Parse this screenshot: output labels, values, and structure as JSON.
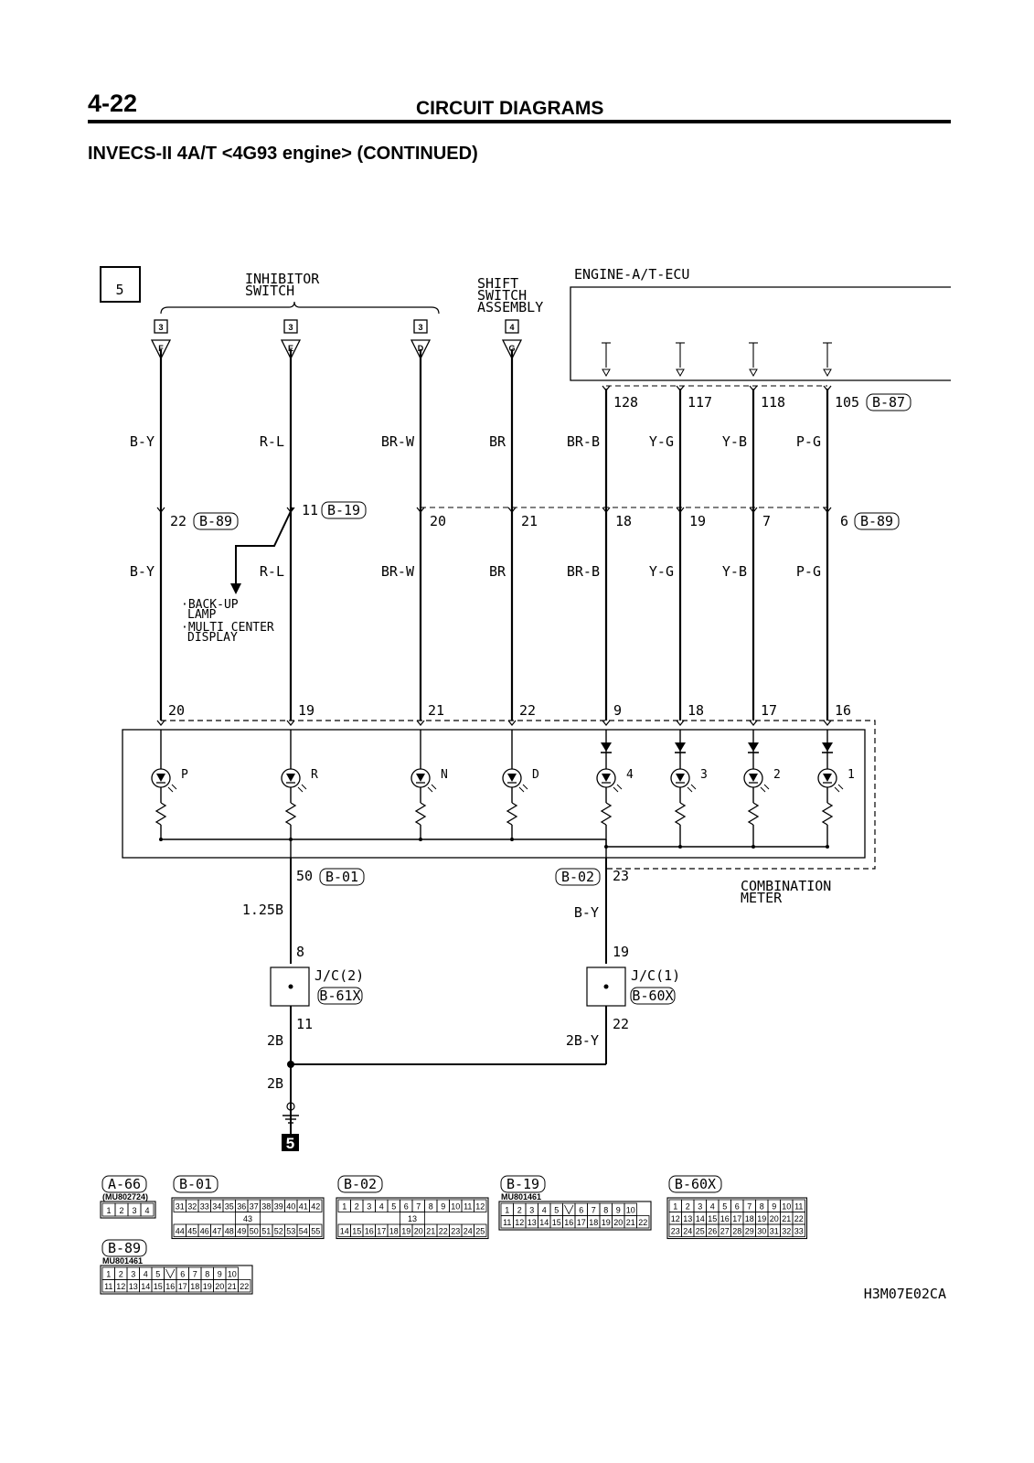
{
  "header": {
    "page_number": "4-22",
    "section_title": "CIRCUIT DIAGRAMS",
    "subtitle": "INVECS-II 4A/T <4G93 engine> (CONTINUED)"
  },
  "diagram": {
    "sheet_number": "5",
    "ground_tag": "5",
    "figure_code": "H3M07E02CA",
    "inhibitor_switch": {
      "title_line1": "INHIBITOR",
      "title_line2": "SWITCH"
    },
    "shift_switch": {
      "title_line1": "SHIFT",
      "title_line2": "SWITCH",
      "title_line3": "ASSEMBLY"
    },
    "ecu": {
      "title": "ENGINE-A/T-ECU",
      "connector": "B-87",
      "pins": [
        "128",
        "117",
        "118",
        "105"
      ]
    },
    "combination_meter": {
      "title_line1": "COMBINATION",
      "title_line2": "METER"
    },
    "back_up_note": {
      "line1": "·BACK-UP",
      "line2": "LAMP",
      "line3": "·MULTI CENTER",
      "line4": "DISPLAY"
    },
    "wires": [
      {
        "source_tag": "3",
        "pin_letter": "F",
        "color_upper": "B-Y",
        "joint_pin": "22",
        "joint_conn": "B-89",
        "color_lower": "B-Y",
        "meter_pin": "20",
        "lamp": "P"
      },
      {
        "source_tag": "3",
        "pin_letter": "E",
        "color_upper": "R-L",
        "joint_pin": "11",
        "joint_conn": "B-19",
        "color_lower": "R-L",
        "meter_pin": "19",
        "lamp": "R"
      },
      {
        "source_tag": "3",
        "pin_letter": "D",
        "color_upper": "BR-W",
        "joint_pin": "20",
        "joint_conn": "",
        "color_lower": "BR-W",
        "meter_pin": "21",
        "lamp": "N"
      },
      {
        "source_tag": "4",
        "pin_letter": "G",
        "color_upper": "BR",
        "joint_pin": "21",
        "joint_conn": "",
        "color_lower": "BR",
        "meter_pin": "22",
        "lamp": "D"
      },
      {
        "source_tag": "",
        "pin_letter": "",
        "color_upper": "BR-B",
        "joint_pin": "18",
        "joint_conn": "",
        "color_lower": "BR-B",
        "meter_pin": "9",
        "lamp": "4"
      },
      {
        "source_tag": "",
        "pin_letter": "",
        "color_upper": "Y-G",
        "joint_pin": "19",
        "joint_conn": "",
        "color_lower": "Y-G",
        "meter_pin": "18",
        "lamp": "3"
      },
      {
        "source_tag": "",
        "pin_letter": "",
        "color_upper": "Y-B",
        "joint_pin": "7",
        "joint_conn": "",
        "color_lower": "Y-B",
        "meter_pin": "17",
        "lamp": "2"
      },
      {
        "source_tag": "",
        "pin_letter": "",
        "color_upper": "P-G",
        "joint_pin": "6",
        "joint_conn": "B-89",
        "color_lower": "P-G",
        "meter_pin": "16",
        "lamp": "1"
      }
    ],
    "ground_left": {
      "pin": "50",
      "conn": "B-01",
      "wire": "1.25B",
      "jc_in": "8",
      "jc_name": "J/C(2)",
      "jc_conn": "B-61X",
      "jc_out": "11",
      "wire_out": "2B"
    },
    "ground_right": {
      "pin": "23",
      "conn": "B-02",
      "wire": "B-Y",
      "jc_in": "19",
      "jc_name": "J/C(1)",
      "jc_conn": "B-60X",
      "jc_out": "22",
      "wire_out": "2B-Y"
    },
    "ground_wire": "2B"
  },
  "connectors": [
    {
      "id": "A-66",
      "part": "(MU802724)",
      "rows": [
        [
          "1",
          "2",
          "3",
          "4"
        ]
      ]
    },
    {
      "id": "B-01",
      "part": "",
      "rows": [
        [
          "31",
          "32",
          "33",
          "34",
          "35",
          "36",
          "37",
          "38",
          "39",
          "40",
          "41",
          "42"
        ],
        [
          "43"
        ],
        [
          "44",
          "45",
          "46",
          "47",
          "48",
          "49",
          "50",
          "51",
          "52",
          "53",
          "54",
          "55"
        ]
      ]
    },
    {
      "id": "B-02",
      "part": "",
      "rows": [
        [
          "1",
          "2",
          "3",
          "4",
          "5",
          "6",
          "7",
          "8",
          "9",
          "10",
          "11",
          "12"
        ],
        [
          "13"
        ],
        [
          "14",
          "15",
          "16",
          "17",
          "18",
          "19",
          "20",
          "21",
          "22",
          "23",
          "24",
          "25"
        ]
      ]
    },
    {
      "id": "B-19",
      "part": "MU801461",
      "rows": [
        [
          "1",
          "2",
          "3",
          "4",
          "5",
          "",
          "6",
          "7",
          "8",
          "9",
          "10"
        ],
        [
          "11",
          "12",
          "13",
          "14",
          "15",
          "16",
          "17",
          "18",
          "19",
          "20",
          "21",
          "22"
        ]
      ]
    },
    {
      "id": "B-60X",
      "part": "",
      "rows": [
        [
          "1",
          "2",
          "3",
          "4",
          "5",
          "6",
          "7",
          "8",
          "9",
          "10",
          "11"
        ],
        [
          "12",
          "13",
          "14",
          "15",
          "16",
          "17",
          "18",
          "19",
          "20",
          "21",
          "22"
        ],
        [
          "23",
          "24",
          "25",
          "26",
          "27",
          "28",
          "29",
          "30",
          "31",
          "32",
          "33"
        ]
      ]
    },
    {
      "id": "B-89",
      "part": "MU801461",
      "rows": [
        [
          "1",
          "2",
          "3",
          "4",
          "5",
          "",
          "6",
          "7",
          "8",
          "9",
          "10"
        ],
        [
          "11",
          "12",
          "13",
          "14",
          "15",
          "16",
          "17",
          "18",
          "19",
          "20",
          "21",
          "22"
        ]
      ]
    }
  ]
}
